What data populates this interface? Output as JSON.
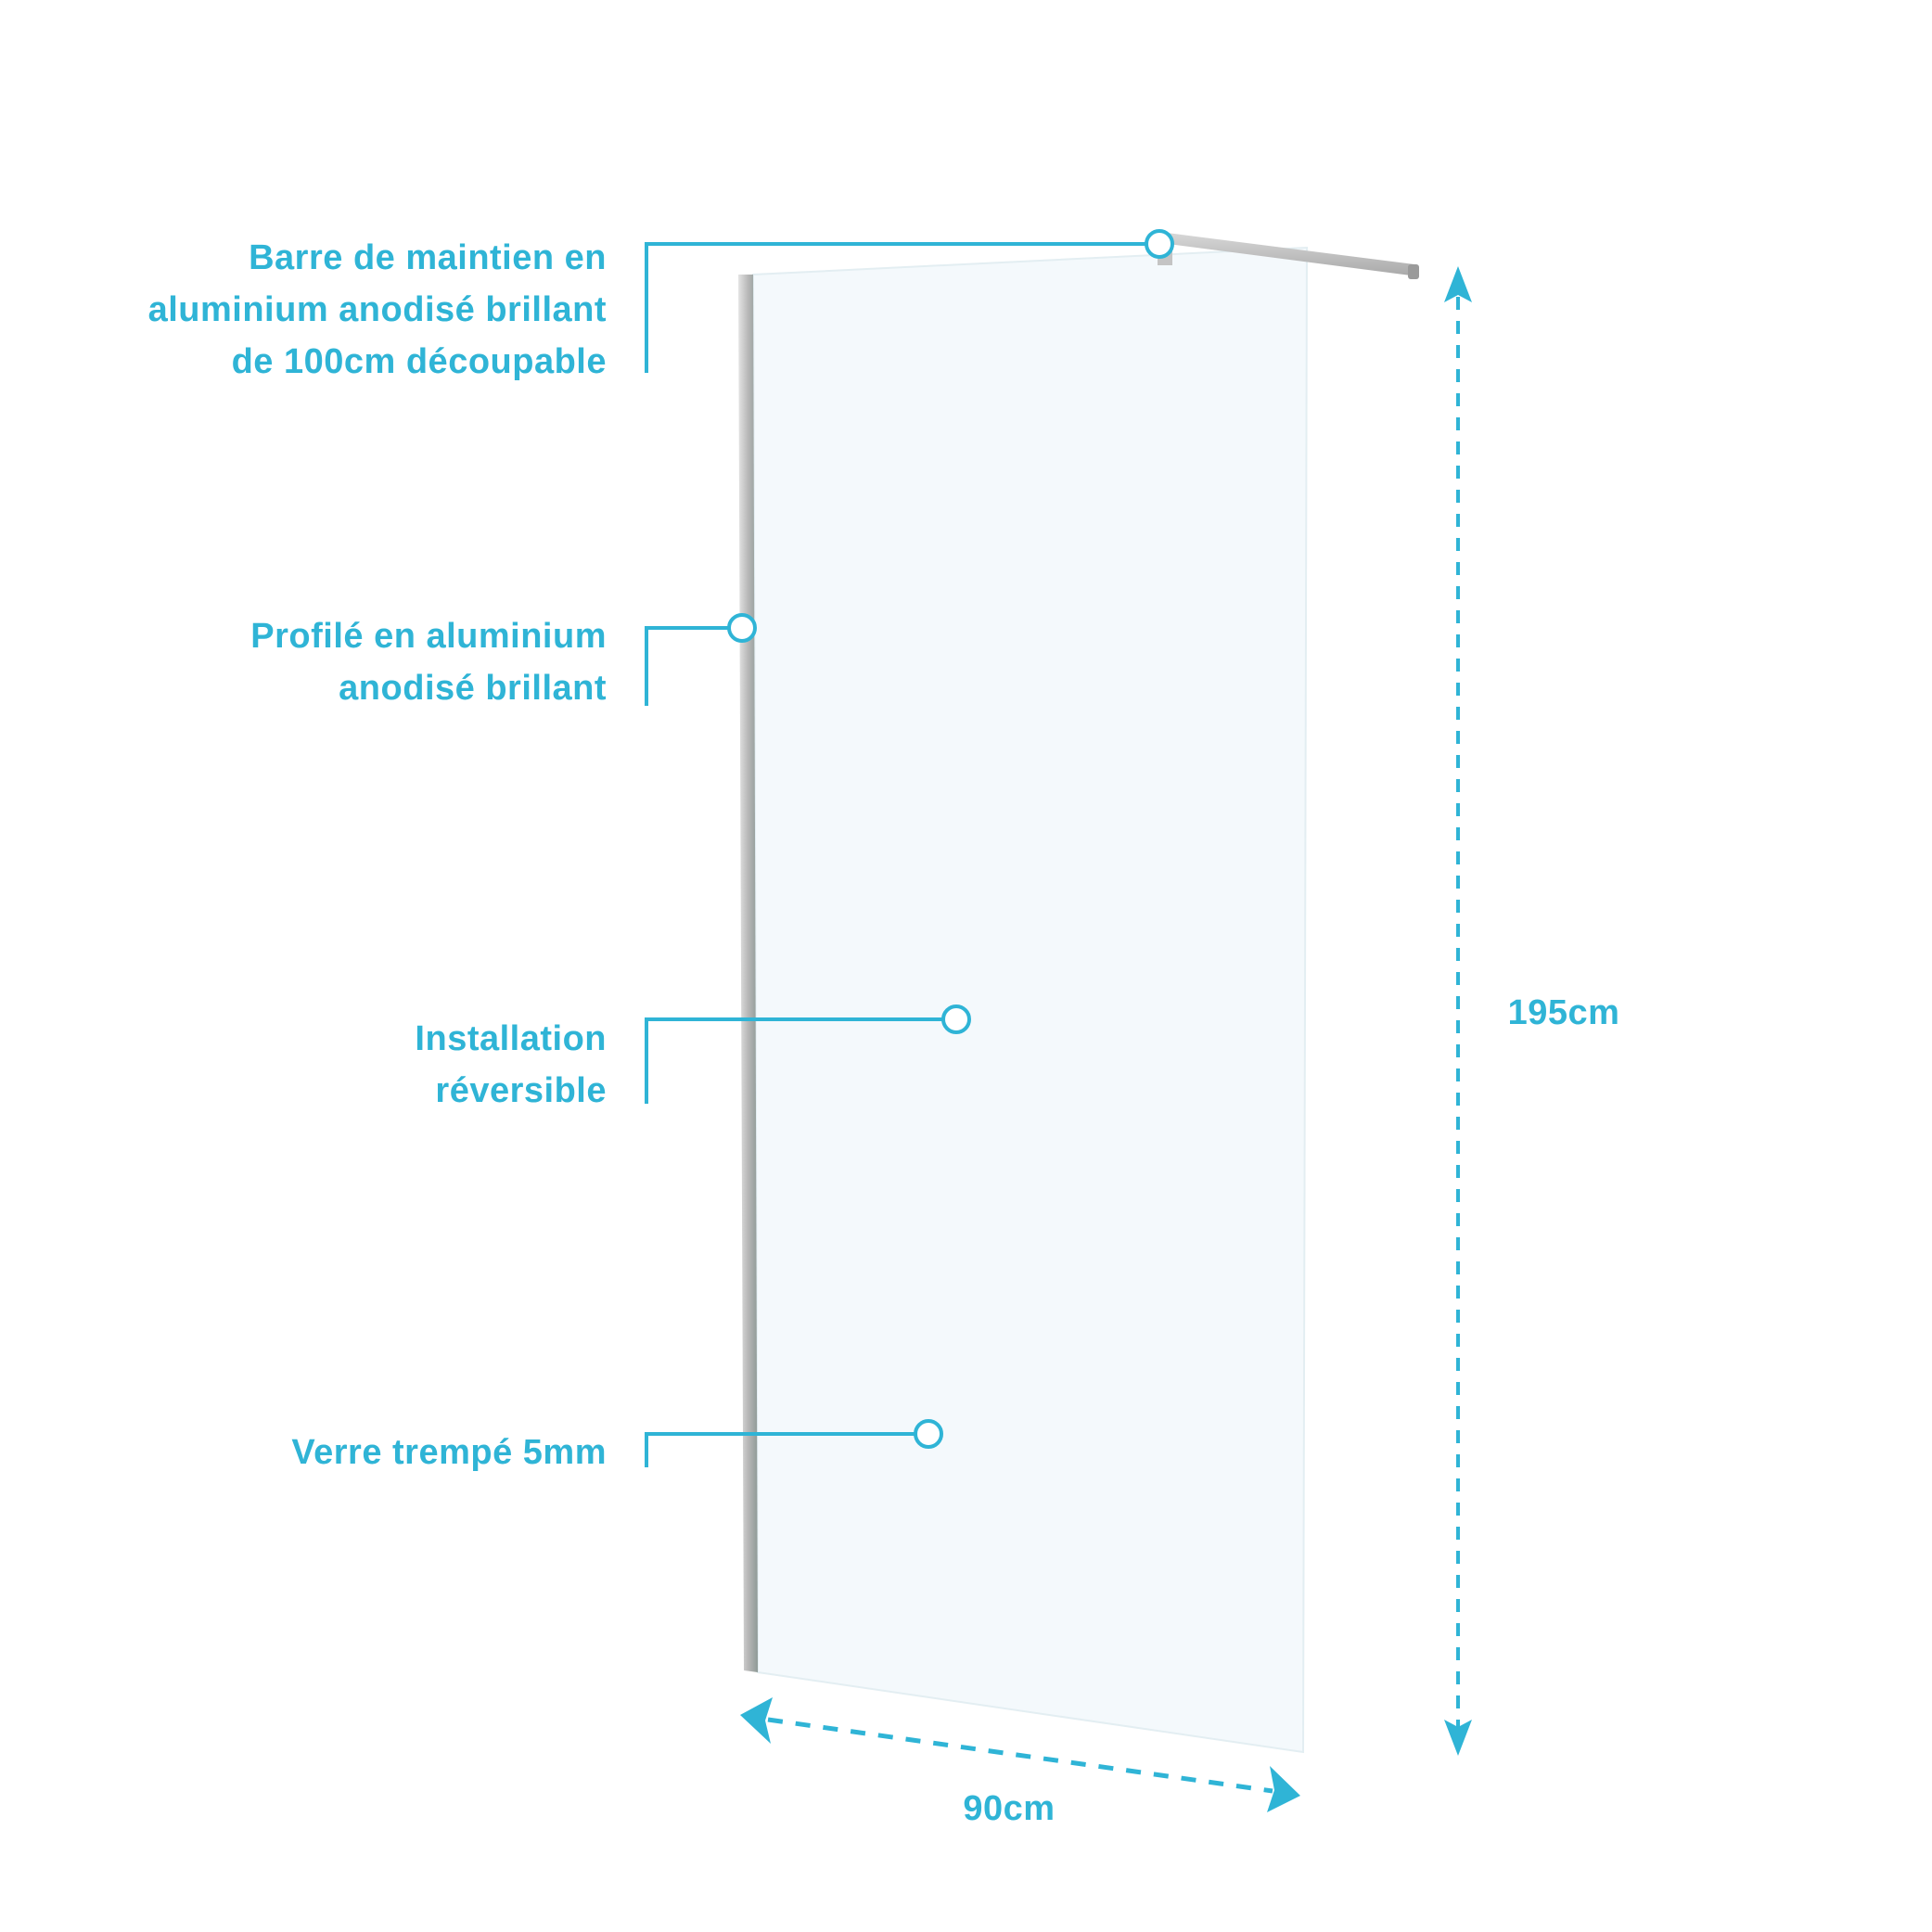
{
  "accent_color": "#2fb4d6",
  "callouts": [
    {
      "lines": [
        "Barre de maintien en",
        "aluminium anodisé brillant",
        "de 100cm découpable"
      ]
    },
    {
      "lines": [
        "Profilé en aluminium",
        "anodisé brillant"
      ]
    },
    {
      "lines": [
        "Installation",
        "réversible"
      ]
    },
    {
      "lines": [
        "Verre trempé 5mm"
      ]
    }
  ],
  "dimensions": {
    "height": "195cm",
    "width": "90cm"
  }
}
